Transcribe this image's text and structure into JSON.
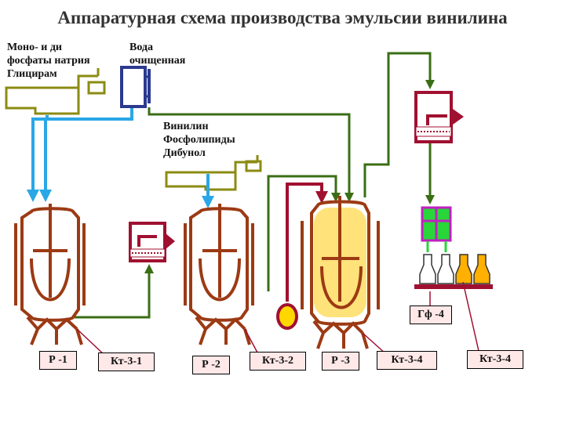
{
  "title": "Аппаратурная схема производства эмульсии винилина",
  "inputs": {
    "salts": "Моно- и ди\nфосфаты натрия\nГлицирам",
    "water": "Вода\nочищенная",
    "vinylin": "Винилин\nФосфолипиды\nДибунол"
  },
  "equipment_labels": {
    "r1": "Р -1",
    "kt1": "Кт-3-1",
    "r2": "Р -2",
    "kt2": "Кт-3-2",
    "r3": "Р -3",
    "kt4a": "Кт-3-4",
    "kt4b": "Кт-3-4",
    "gf": "Гф -4"
  },
  "colors": {
    "reactor": "#9c3a14",
    "water_line": "#2aa7e6",
    "process_line": "#3a6e14",
    "feeder": "#8b8b12",
    "filter": "#a01030",
    "water_tank": "#2b3a8f",
    "product": "#ffe27a"
  }
}
